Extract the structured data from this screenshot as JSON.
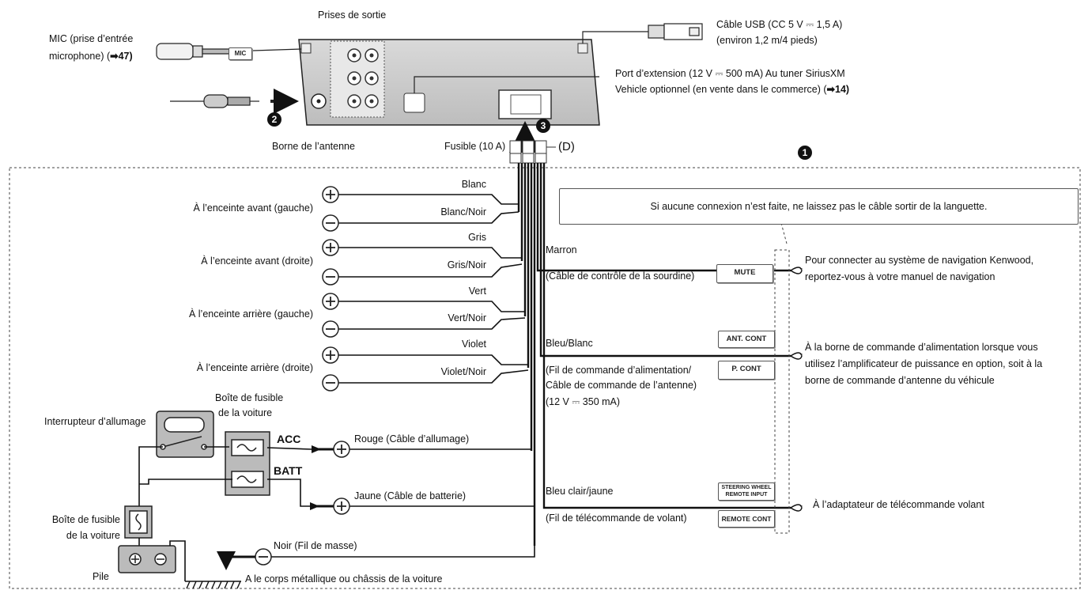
{
  "header": {
    "output_jacks": "Prises de sortie",
    "mic_line1": "MIC (prise d’entrée",
    "mic_line2": "microphone) (",
    "mic_ref": "➡47)",
    "mic_tag": "MIC",
    "antenna_terminal": "Borne de l’antenne",
    "fuse": "Fusible (10 A)",
    "d_label": "(D)",
    "usb_line1": "Câble USB (CC 5 V ⎓ 1,5 A)",
    "usb_line2": "(environ 1,2 m/4 pieds)",
    "ext_line1": "Port d’extension (12 V ⎓ 500 mA) Au tuner SiriusXM",
    "ext_line2": "Vehicle optionnel (en vente dans le commerce) (",
    "ext_ref": "➡14)"
  },
  "badges": {
    "one": "1",
    "two": "2",
    "three": "3"
  },
  "speakers": [
    {
      "label": "À l’enceinte avant (gauche)",
      "plus_wire": "Blanc",
      "minus_wire": "Blanc/Noir"
    },
    {
      "label": "À l’enceinte avant (droite)",
      "plus_wire": "Gris",
      "minus_wire": "Gris/Noir"
    },
    {
      "label": "À l’enceinte arrière (gauche)",
      "plus_wire": "Vert",
      "minus_wire": "Vert/Noir"
    },
    {
      "label": "À l’enceinte arrière (droite)",
      "plus_wire": "Violet",
      "minus_wire": "Violet/Noir"
    }
  ],
  "power": {
    "ignition_switch": "Interrupteur d’allumage",
    "fuse_box_line1": "Boîte de fusible",
    "fuse_box_line2": "de la voiture",
    "fuse_box2_line1": "Boîte de fusible",
    "fuse_box2_line2": "de la voiture",
    "acc": "ACC",
    "batt": "BATT",
    "red_wire": "Rouge (Câble d’allumage)",
    "yellow_wire": "Jaune (Câble de batterie)",
    "black_wire": "Noir (Fil de masse)",
    "battery": "Pile",
    "chassis": "A le corps métallique ou châssis de la voiture"
  },
  "right_side": {
    "callout": "Si aucune connexion n’est faite, ne laissez pas le câble sortir de la languette.",
    "brown": "Marron",
    "brown_desc": "(Câble de contrôle de la sourdine)",
    "mute_tag": "MUTE",
    "mute_note_1": "Pour connecter au système de navigation Kenwood,",
    "mute_note_2": "reportez-vous à votre manuel de navigation",
    "bluewhite": "Bleu/Blanc",
    "bluewhite_desc_1": "(Fil de commande d’alimentation/",
    "bluewhite_desc_2": "Câble de commande de l’antenne)",
    "bluewhite_desc_3": "(12 V ⎓ 350 mA)",
    "ant_tag": "ANT. CONT",
    "pcont_tag": "P. CONT",
    "power_note_1": "À la borne de commande d’alimentation lorsque vous",
    "power_note_2": "utilisez l’amplificateur de puissance en option, soit à la",
    "power_note_3": "borne de commande d’antenne du véhicule",
    "lightblue": "Bleu clair/jaune",
    "lightblue_desc": "(Fil de télécommande de volant)",
    "steering_tag_1": "STEERING WHEEL",
    "steering_tag_2": "REMOTE INPUT",
    "remote_tag": "REMOTE CONT",
    "steering_note": "À l’adaptateur de télécommande volant"
  }
}
